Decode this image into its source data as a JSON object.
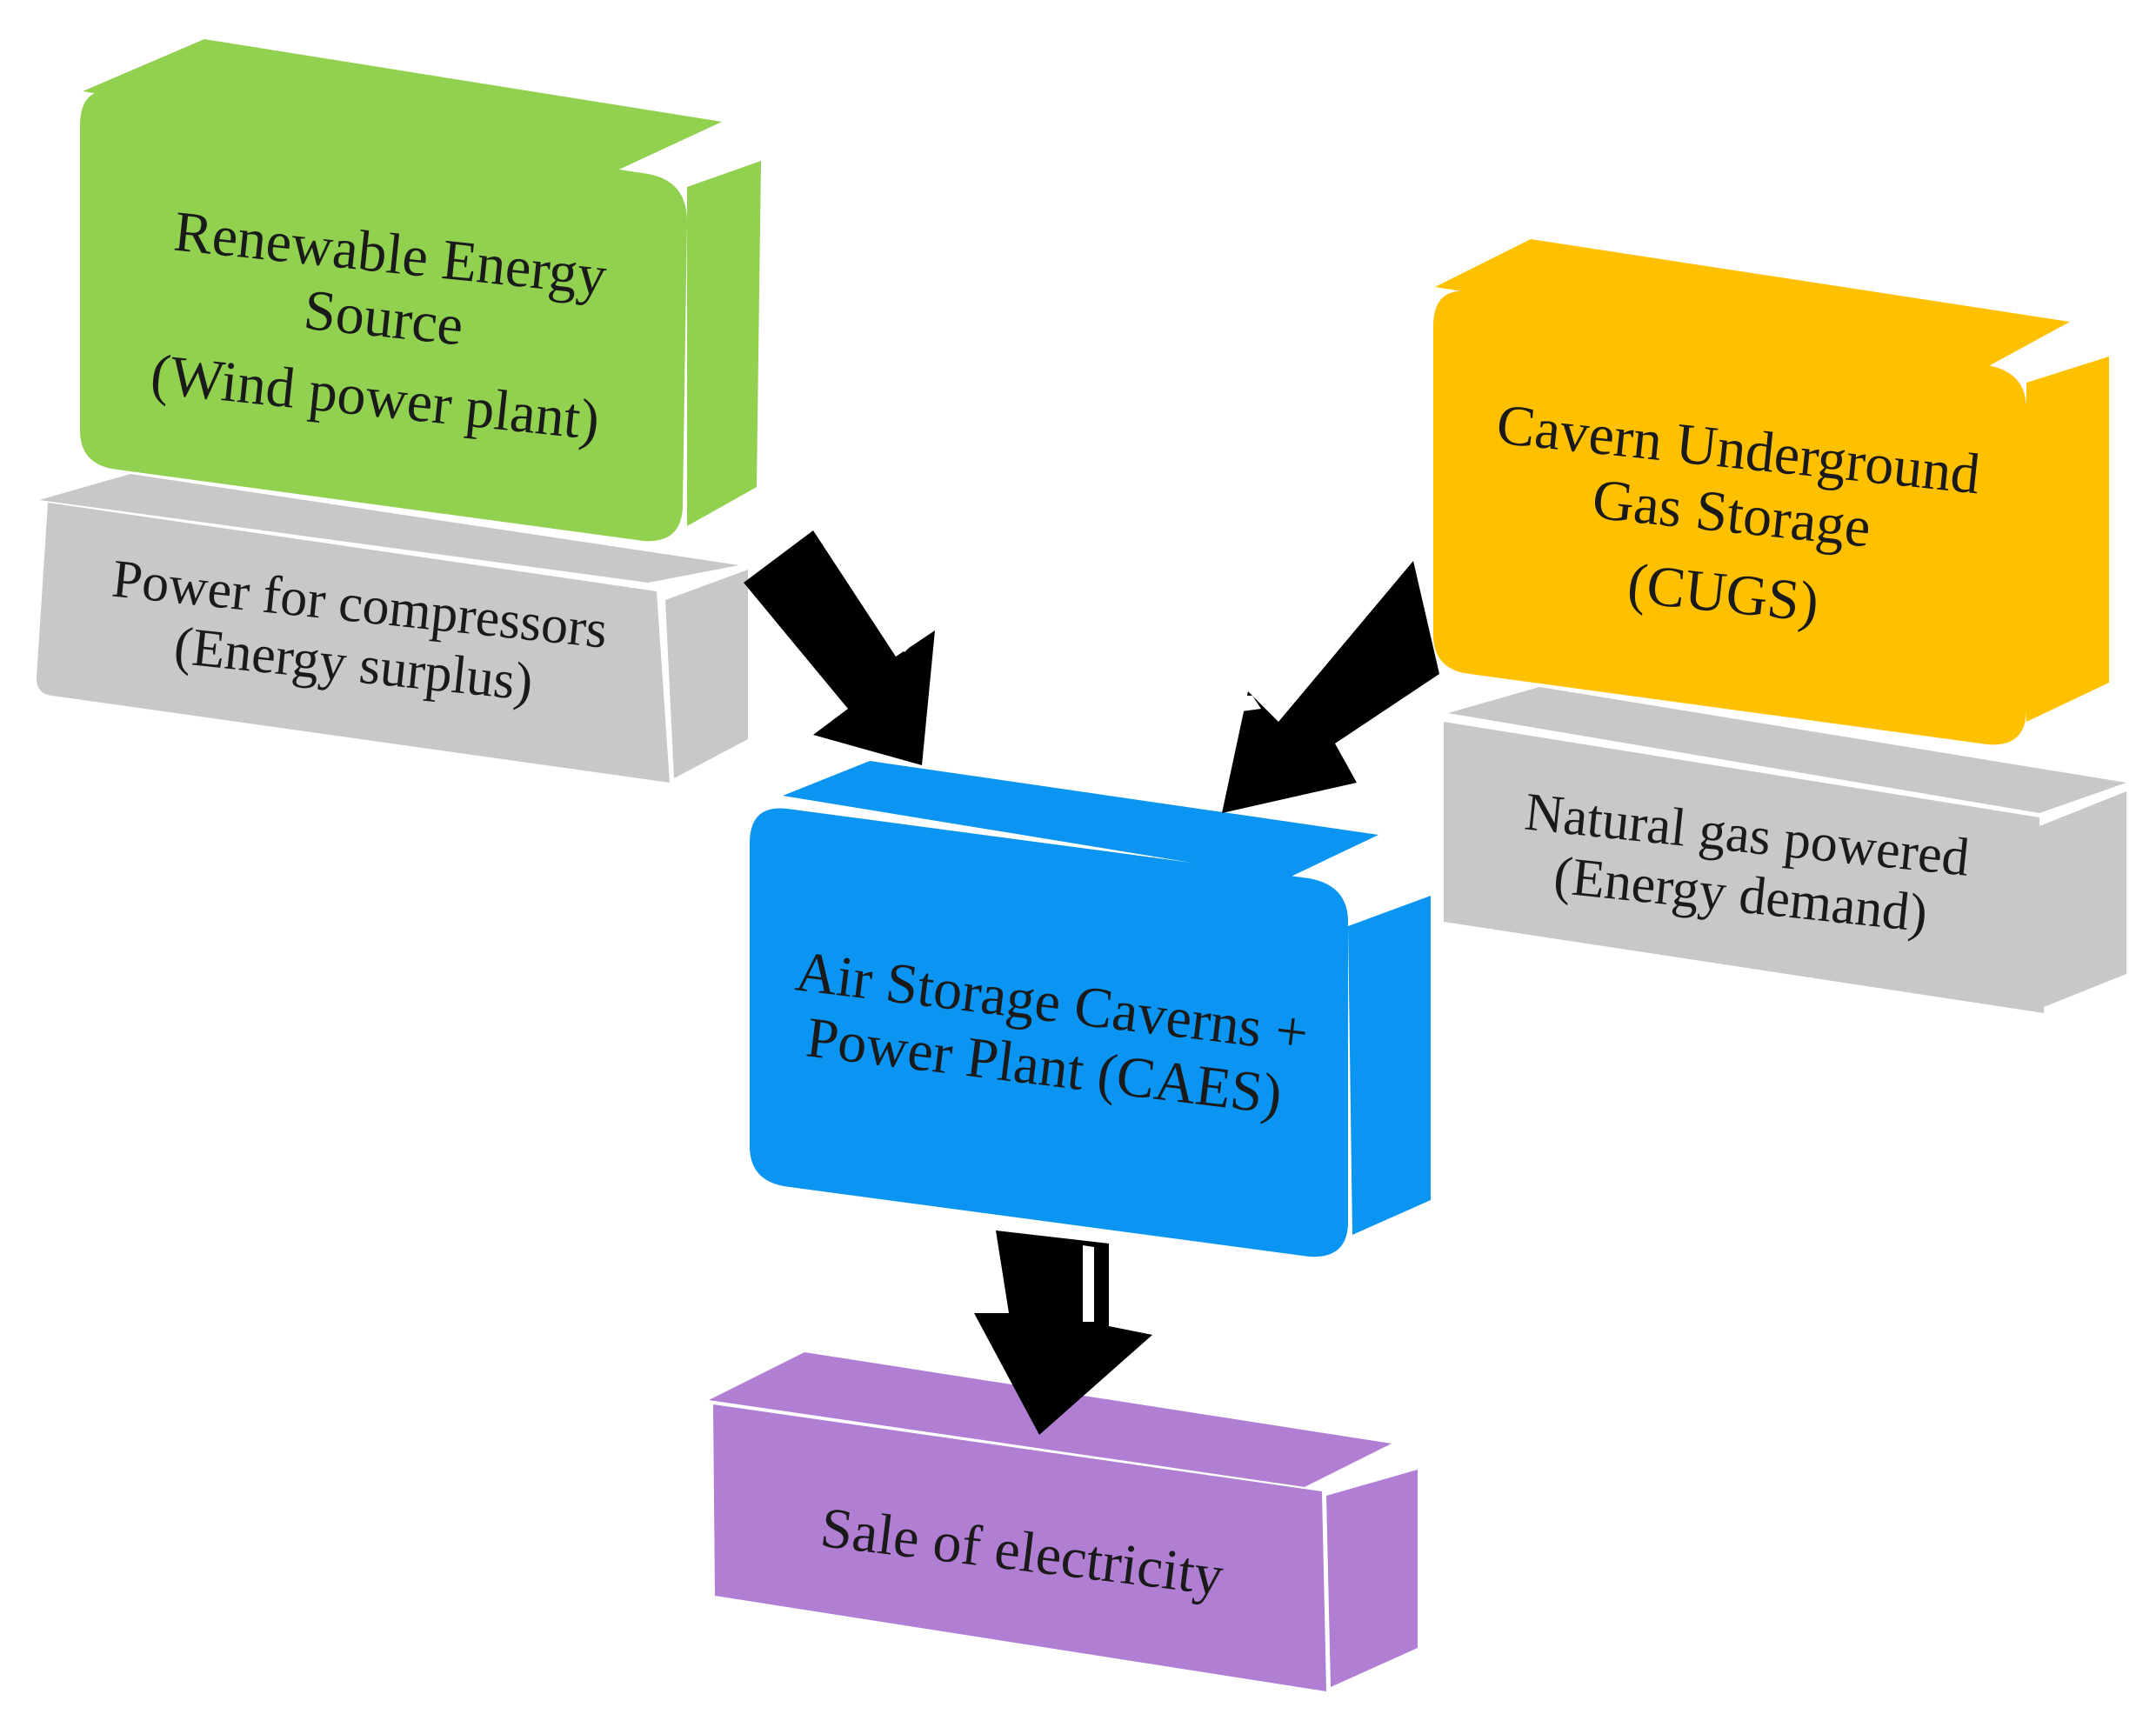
{
  "colors": {
    "renewable": "#92d050",
    "cugs": "#ffc000",
    "caes": "#0b95f2",
    "sale": "#b07fd4",
    "info": "#c8c8c8",
    "arrow": "#000000"
  },
  "nodes": {
    "renewable": {
      "line1": "Renewable  Energy",
      "line2": "Source",
      "line3": "(Wind  power plant)"
    },
    "compressors": {
      "line1": "Power for compressors",
      "line2": "(Energy surplus)"
    },
    "cugs": {
      "line1": "Cavern Underground",
      "line2": "Gas Storage",
      "line3": "(CUGS)"
    },
    "natural_gas": {
      "line1": "Natural gas powered",
      "line2": "(Energy demand)"
    },
    "caes": {
      "line1": "Air Storage Caverns +",
      "line2": "Power Plant  (CAES)"
    },
    "sale": {
      "line1": "Sale  of electricity"
    }
  }
}
